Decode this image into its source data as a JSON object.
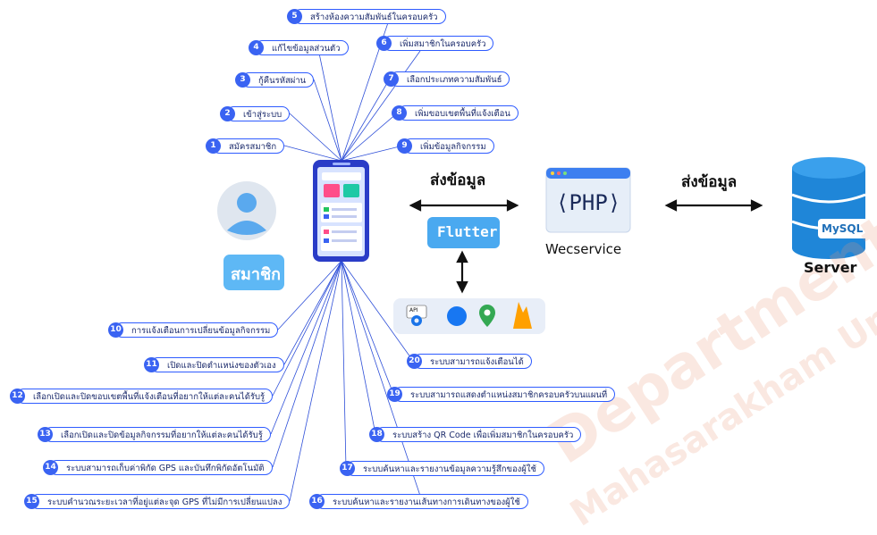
{
  "features_top": [
    {
      "num": "5",
      "text": "สร้างห้องความสัมพันธ์ในครอบครัว"
    },
    {
      "num": "4",
      "text": "แก้ไขข้อมูลส่วนตัว"
    },
    {
      "num": "3",
      "text": "กู้คืนรหัสผ่าน"
    },
    {
      "num": "2",
      "text": "เข้าสู่ระบบ"
    },
    {
      "num": "1",
      "text": "สมัครสมาชิก"
    },
    {
      "num": "6",
      "text": "เพิ่มสมาชิกในครอบครัว"
    },
    {
      "num": "7",
      "text": "เลือกประเภทความสัมพันธ์"
    },
    {
      "num": "8",
      "text": "เพิ่มขอบเขตพื้นที่แจ้งเตือน"
    },
    {
      "num": "9",
      "text": "เพิ่มข้อมูลกิจกรรม"
    }
  ],
  "features_bottom": [
    {
      "num": "10",
      "text": "การแจ้งเตือนการเปลี่ยนข้อมูลกิจกรรม"
    },
    {
      "num": "11",
      "text": "เปิดและปิดตำแหน่งของตัวเอง"
    },
    {
      "num": "12",
      "text": "เลือกเปิดและปิดขอบเขตพื้นที่แจ้งเตือนที่อยากให้แต่ละคนได้รับรู้"
    },
    {
      "num": "13",
      "text": "เลือกเปิดและปิดข้อมูลกิจกรรมที่อยากให้แต่ละคนได้รับรู้"
    },
    {
      "num": "14",
      "text": "ระบบสามารถเก็บค่าพิกัด GPS และบันทึกพิกัดอัตโนมัติ"
    },
    {
      "num": "15",
      "text": "ระบบคำนวณระยะเวลาที่อยู่แต่ละจุด GPS ที่ไม่มีการเปลี่ยนแปลง"
    },
    {
      "num": "16",
      "text": "ระบบค้นหาและรายงานเส้นทางการเดินทางของผู้ใช้"
    },
    {
      "num": "17",
      "text": "ระบบค้นหาและรายงานข้อมูลความรู้สึกของผู้ใช้"
    },
    {
      "num": "18",
      "text": "ระบบสร้าง QR Code เพื่อเพิ่มสมาชิกในครอบครัว"
    },
    {
      "num": "19",
      "text": "ระบบสามารถแสดงตำแหน่งสมาชิกครอบครัวบนแผนที่"
    },
    {
      "num": "20",
      "text": "ระบบสามารถแจ้งเตือนได้"
    }
  ],
  "member_label": "สมาชิก",
  "send_data_1": "ส่งข้อมูล",
  "send_data_2": "ส่งข้อมูล",
  "flutter_label": "Flutter",
  "php_label": "⟨PHP⟩",
  "webservice_label": "Wecservice",
  "server_label": "Server",
  "mysql_label": "MySQL",
  "api_label": "API",
  "watermark_1": "Department",
  "watermark_2": "Mahasarakham University",
  "colors": {
    "accent": "#3a63f2",
    "flutter": "#4aa9f0",
    "member": "#5eb8f5",
    "db": "#1f86d8"
  }
}
